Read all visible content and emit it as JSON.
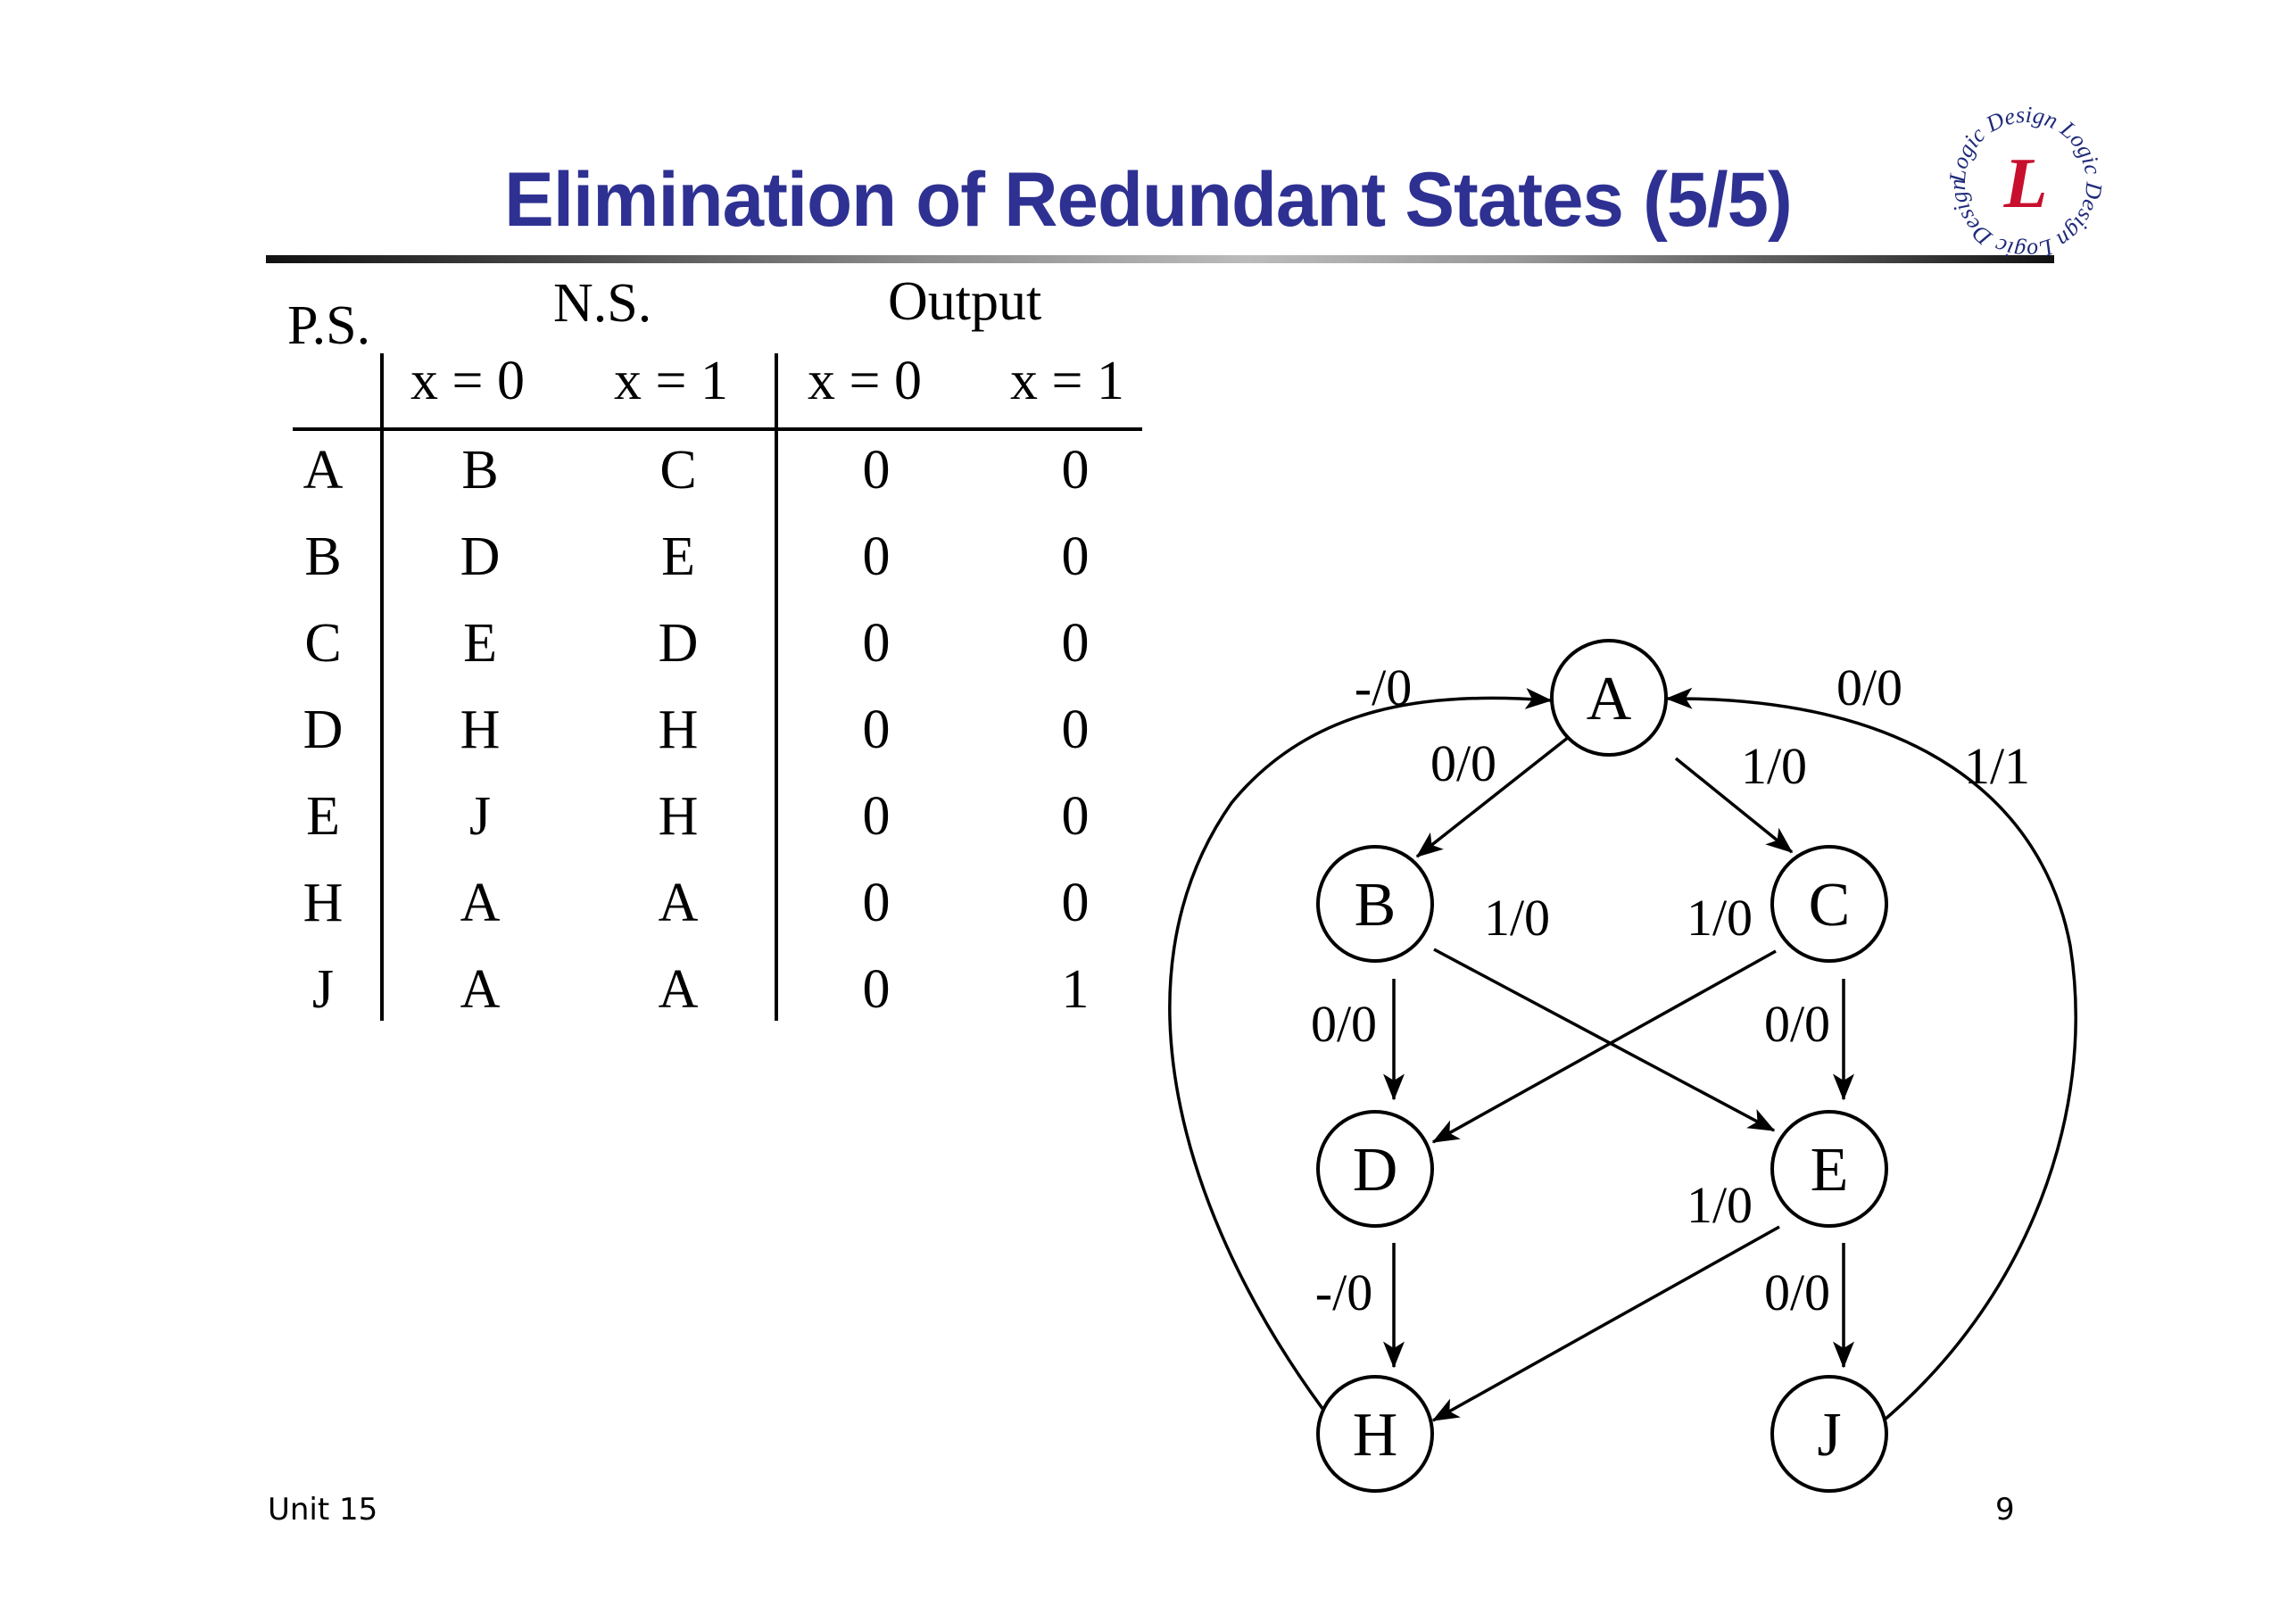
{
  "slide": {
    "title": "Elimination of Redundant States (5/5)",
    "title_color": "#2E3192",
    "logo": {
      "icon": "logic-design-logo-icon",
      "ring_text": "Logic Design",
      "monogram": "L",
      "ring_color": "#1F2A7A",
      "monogram_color": "#C8102E"
    },
    "footer_left": "Unit 15",
    "page_number": "9"
  },
  "state_table": {
    "ps_header": "P.S.",
    "ns_header": "N.S.",
    "output_header": "Output",
    "sub_headers": [
      "x = 0",
      "x = 1",
      "x = 0",
      "x = 1"
    ],
    "rows": [
      {
        "ps": "A",
        "ns0": "B",
        "ns1": "C",
        "z0": "0",
        "z1": "0"
      },
      {
        "ps": "B",
        "ns0": "D",
        "ns1": "E",
        "z0": "0",
        "z1": "0"
      },
      {
        "ps": "C",
        "ns0": "E",
        "ns1": "D",
        "z0": "0",
        "z1": "0"
      },
      {
        "ps": "D",
        "ns0": "H",
        "ns1": "H",
        "z0": "0",
        "z1": "0"
      },
      {
        "ps": "E",
        "ns0": "J",
        "ns1": "H",
        "z0": "0",
        "z1": "0"
      },
      {
        "ps": "H",
        "ns0": "A",
        "ns1": "A",
        "z0": "0",
        "z1": "0"
      },
      {
        "ps": "J",
        "ns0": "A",
        "ns1": "A",
        "z0": "0",
        "z1": "1"
      }
    ]
  },
  "state_diagram": {
    "nodes": [
      "A",
      "B",
      "C",
      "D",
      "E",
      "H",
      "J"
    ],
    "edges": [
      {
        "from": "A",
        "to": "B",
        "label": "0/0"
      },
      {
        "from": "A",
        "to": "C",
        "label": "1/0"
      },
      {
        "from": "B",
        "to": "D",
        "label": "0/0"
      },
      {
        "from": "B",
        "to": "E",
        "label": "1/0"
      },
      {
        "from": "C",
        "to": "E",
        "label": "0/0"
      },
      {
        "from": "C",
        "to": "D",
        "label": "1/0"
      },
      {
        "from": "D",
        "to": "H",
        "label": "-/0"
      },
      {
        "from": "E",
        "to": "J",
        "label": "0/0"
      },
      {
        "from": "E",
        "to": "H",
        "label": "1/0"
      },
      {
        "from": "H",
        "to": "A",
        "label": "-/0"
      },
      {
        "from": "J",
        "to": "A",
        "label": "0/0"
      },
      {
        "from": "J",
        "to": "A",
        "label": "1/1"
      }
    ]
  }
}
